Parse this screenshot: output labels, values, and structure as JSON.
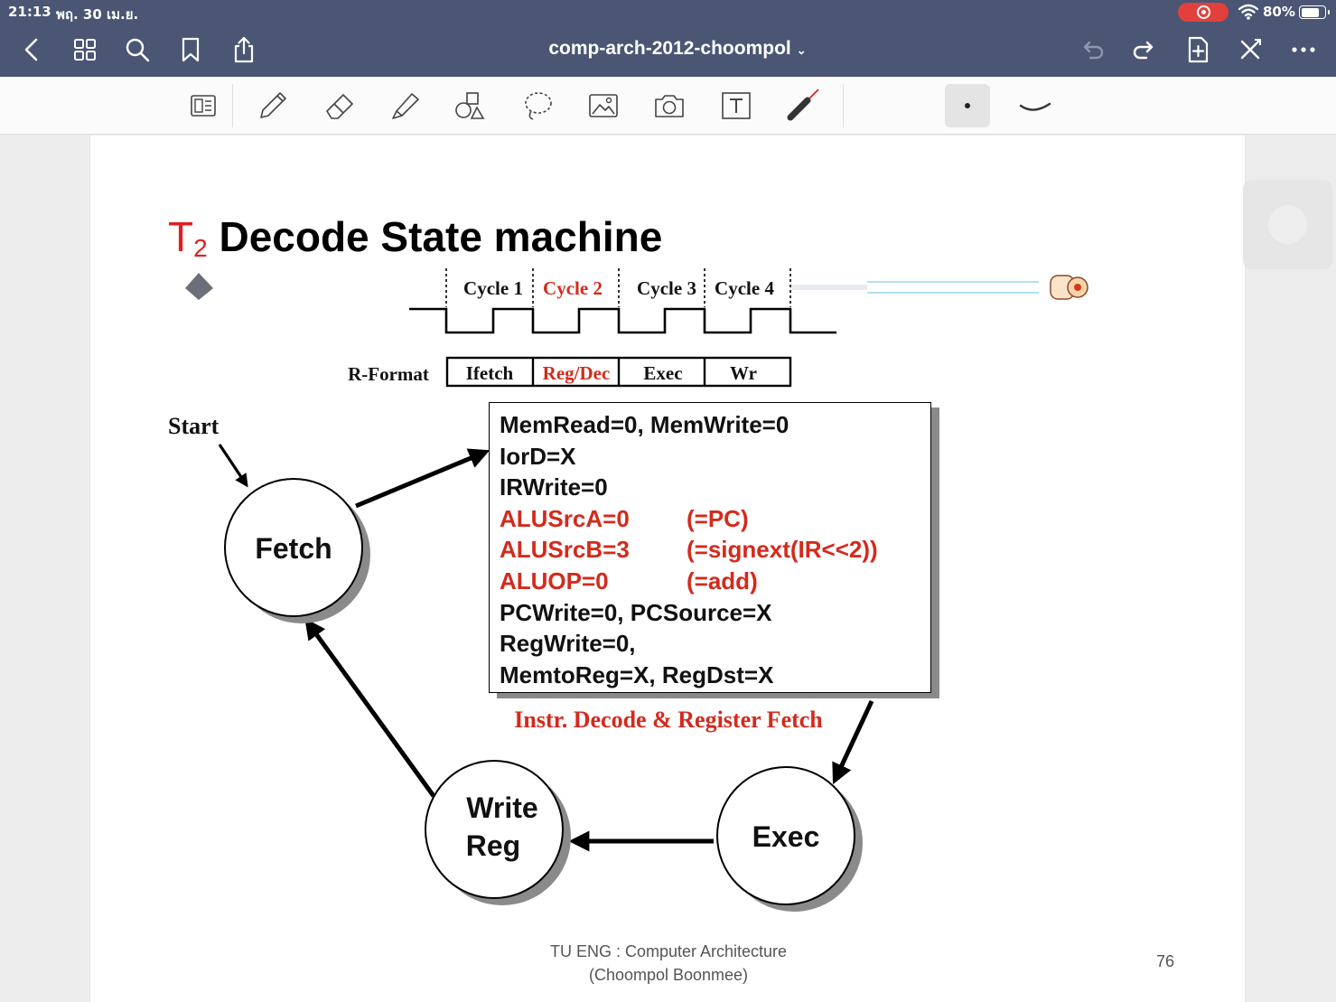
{
  "status_bar": {
    "time": "21:13",
    "date": "พฤ. 30 เม.ย.",
    "battery": "80%",
    "battery_level": 0.8
  },
  "nav": {
    "doc_title": "comp-arch-2012-choompol",
    "icons": [
      "back-icon",
      "grid-icon",
      "search-icon",
      "bookmark-icon",
      "share-icon",
      "undo-icon",
      "redo-icon",
      "add-page-icon",
      "close-icon",
      "more-icon"
    ]
  },
  "tools": [
    "page-layout-icon",
    "pen-icon",
    "eraser-icon",
    "highlighter-icon",
    "shapes-icon",
    "lasso-icon",
    "image-icon",
    "camera-icon",
    "text-box-icon",
    "laser-pointer-icon",
    "dot-size-icon",
    "stroke-style-icon"
  ],
  "slide": {
    "title_t": "T",
    "title_sub": "2",
    "title_main": "Decode State machine",
    "cycles": [
      "Cycle 1",
      "Cycle 2",
      "Cycle 3",
      "Cycle 4"
    ],
    "format_label": "R-Format",
    "stages": [
      "Ifetch",
      "Reg/Dec",
      "Exec",
      "Wr"
    ],
    "start_label": "Start",
    "states": {
      "fetch": "Fetch",
      "exec": "Exec",
      "write1": "Write",
      "write2": "Reg"
    },
    "control_lines": [
      {
        "text": "MemRead=0, MemWrite=0",
        "note": ""
      },
      {
        "text": "IorD=X",
        "note": ""
      },
      {
        "text": "IRWrite=0",
        "note": ""
      },
      {
        "text": "ALUSrcA=0",
        "note": "(=PC)"
      },
      {
        "text": "ALUSrcB=3",
        "note": "(=signext(IR<<2))"
      },
      {
        "text": "ALUOP=0",
        "note": "(=add)"
      },
      {
        "text": "PCWrite=0, PCSource=X",
        "note": ""
      },
      {
        "text": "RegWrite=0,",
        "note": ""
      },
      {
        "text": "MemtoReg=X, RegDst=X",
        "note": ""
      }
    ],
    "caption": "Instr. Decode & Register Fetch",
    "footer1": "TU ENG : Computer Architecture",
    "footer2": "(Choompol Boonmee)",
    "page_number": "76"
  },
  "colors": {
    "nav_bg": "#4a5673",
    "highlight_red": "#d42a1c",
    "record_red": "#e2403c"
  }
}
